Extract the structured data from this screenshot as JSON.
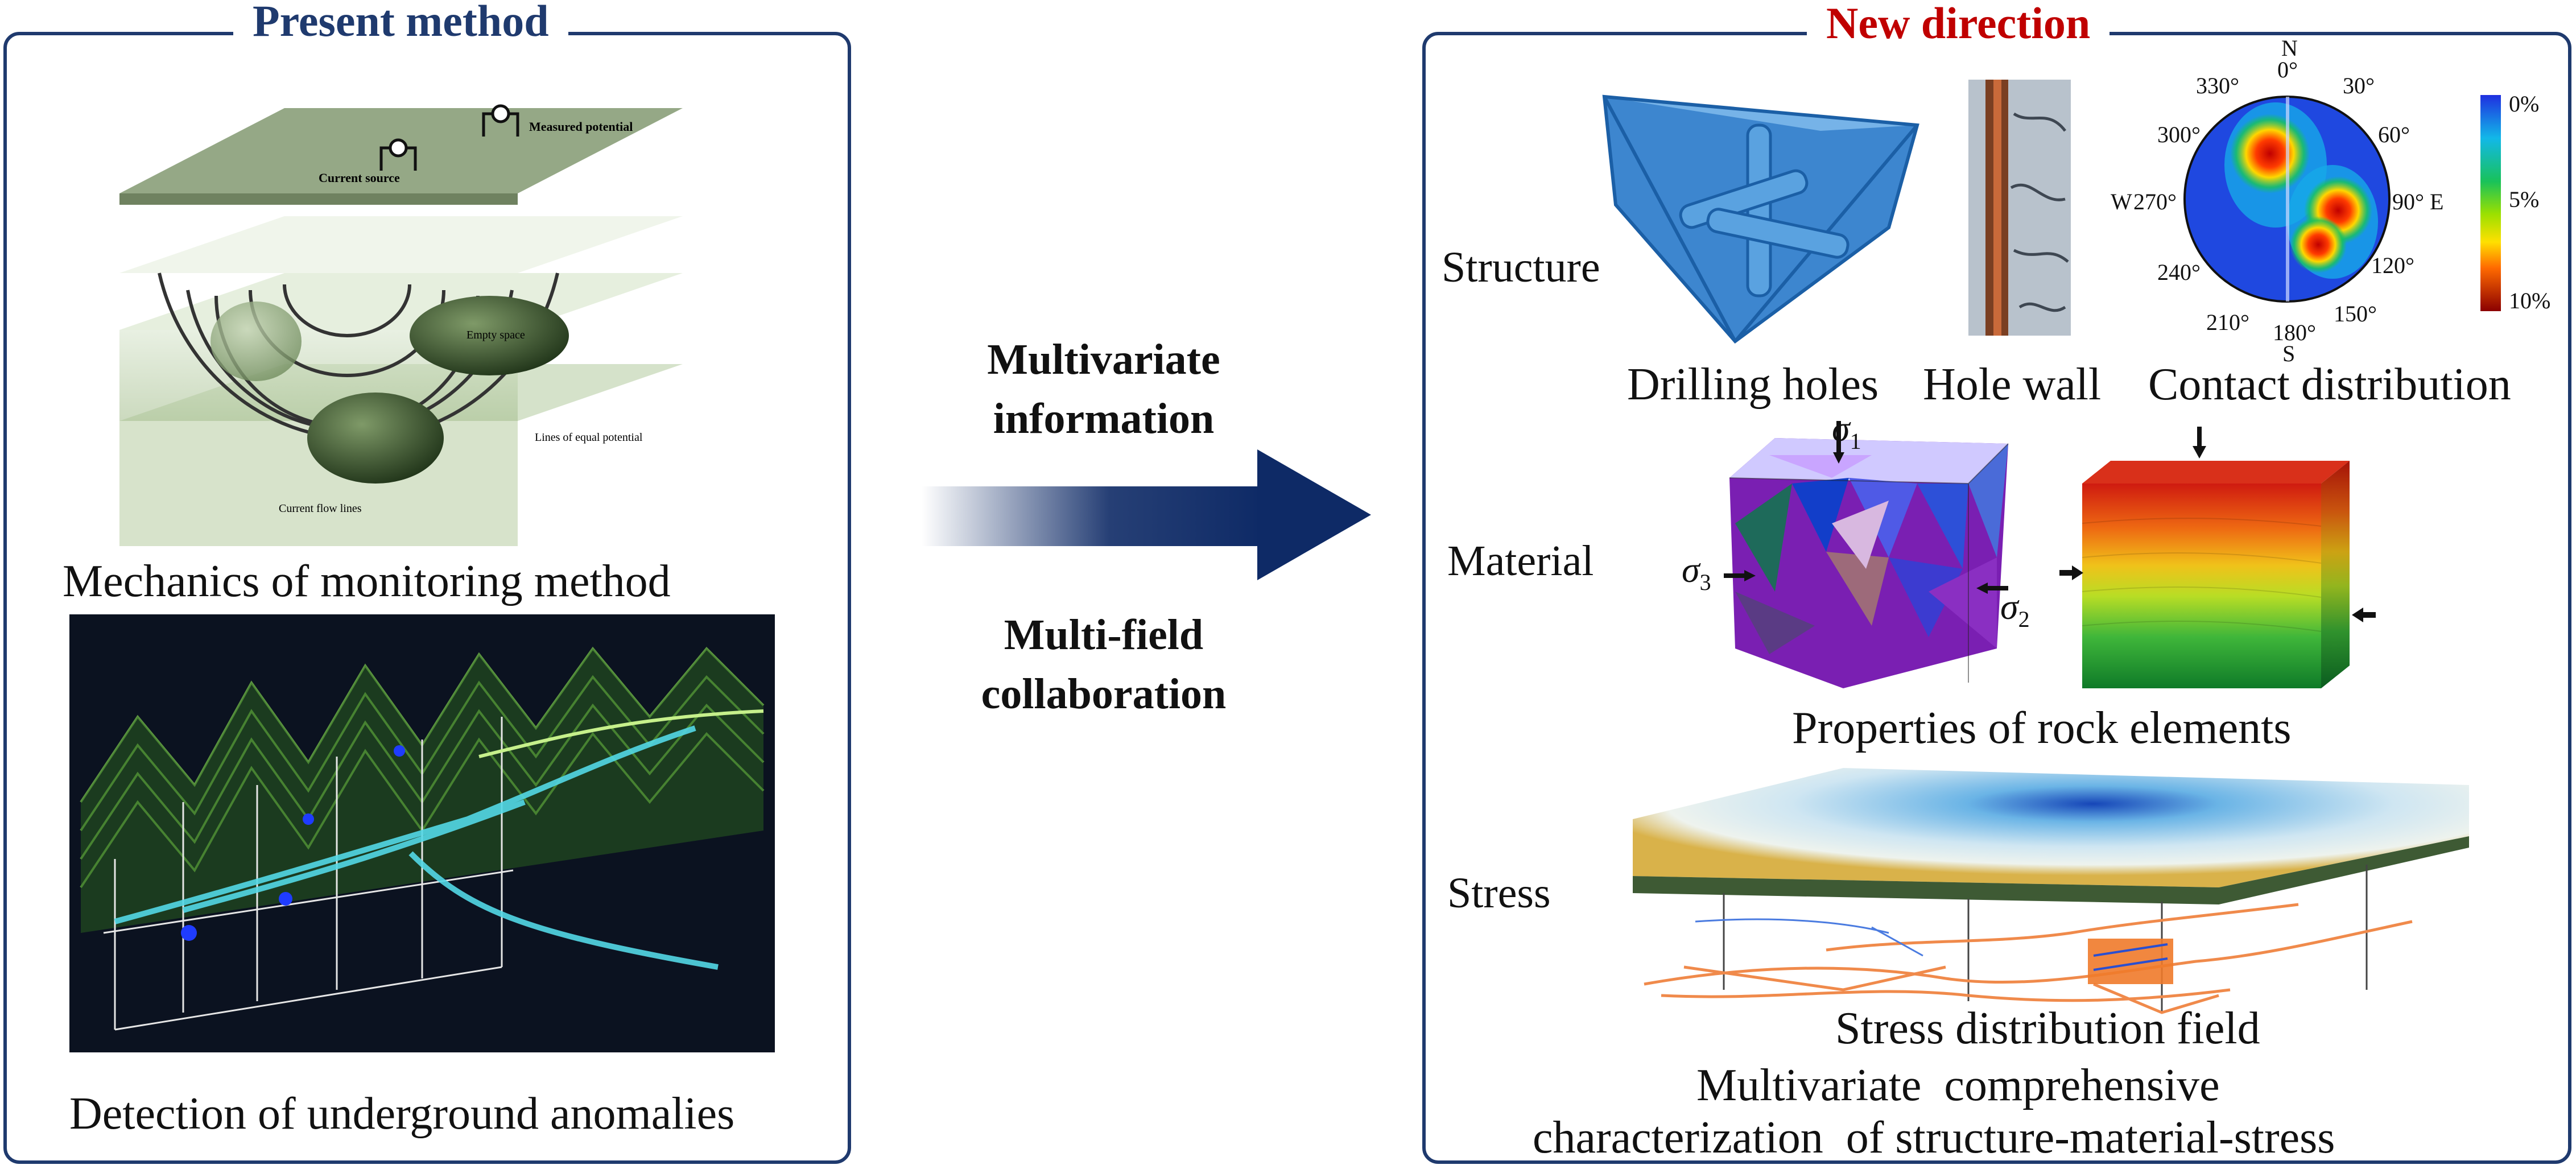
{
  "left_panel": {
    "title": "Present method",
    "caption_top": "Mechanics of monitoring method",
    "caption_bottom": "Detection of underground anomalies",
    "diagram_labels": {
      "current_source": "Current source",
      "measured_potential": "Measured potential",
      "empty_space": "Empty space",
      "equal_potential": "Lines of equal potential",
      "current_flow": "Current flow lines"
    }
  },
  "center": {
    "label_top": "Multivariate information",
    "label_bottom": "Multi-field collaboration"
  },
  "right_panel": {
    "title": "New direction",
    "row_labels": {
      "structure": "Structure",
      "material": "Material",
      "stress": "Stress"
    },
    "captions": {
      "drilling_holes": "Drilling holes",
      "hole_wall": "Hole wall",
      "contact_distribution": "Contact distribution",
      "rock_elements": "Properties of rock elements",
      "stress_field": "Stress distribution field",
      "summary_line1": "Multivariate  comprehensive",
      "summary_line2": "characterization  of structure-material-stress"
    },
    "stereonet": {
      "north": "N",
      "south": "S",
      "angles": {
        "a0": "0°",
        "a30": "30°",
        "a60": "60°",
        "a90": "90°",
        "e": "E",
        "a120": "120°",
        "a150": "150°",
        "a180": "180°",
        "a210": "210°",
        "a240": "240°",
        "w": "W",
        "a270": "270°",
        "a300": "300°",
        "a330": "330°"
      },
      "legend": {
        "p0": "0%",
        "p5": "5%",
        "p10": "10%"
      }
    },
    "sigma_labels": {
      "sigma": "σ",
      "s1": "1",
      "s2": "2",
      "s3": "3"
    }
  },
  "colors": {
    "frame": "#1f3a6e",
    "left_title": "#1f3a6e",
    "right_title": "#c00000",
    "arrow": "#0e2a66"
  }
}
